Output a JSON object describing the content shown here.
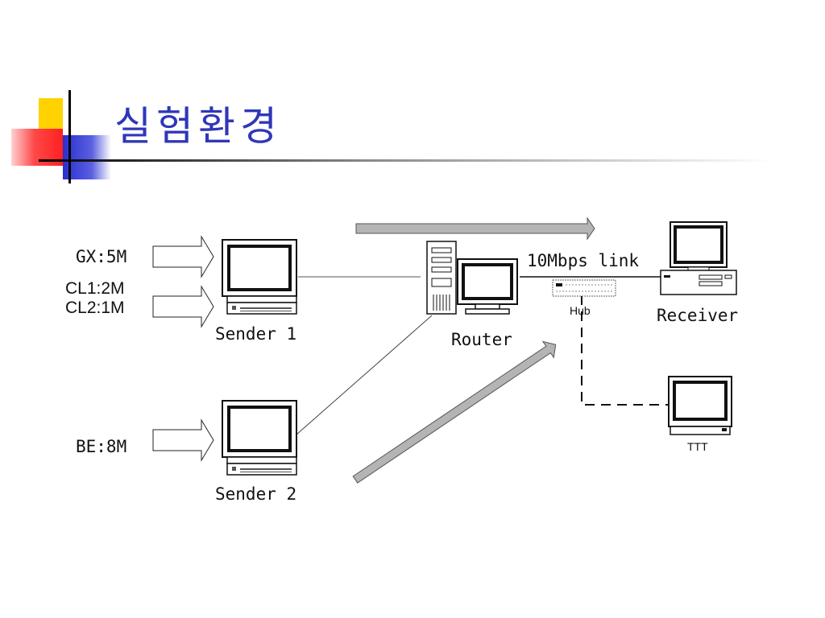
{
  "slide": {
    "title": "실험환경"
  },
  "diagram": {
    "flows": {
      "sender1": [
        "GX:5M",
        "CL1:2M",
        "CL2:1M"
      ],
      "sender2": [
        "BE:8M"
      ]
    },
    "nodes": {
      "sender1": "Sender 1",
      "sender2": "Sender 2",
      "router": "Router",
      "hub": "Hub",
      "receiver": "Receiver",
      "ttt": "TTT"
    },
    "link_label": "10Mbps link",
    "colors": {
      "title": "#2f37b8",
      "accent_yellow": "#ffd200",
      "accent_red": "#ff3b3b",
      "accent_blue": "#2a2fd0",
      "arrow_gray": "#b4b4b4"
    }
  }
}
